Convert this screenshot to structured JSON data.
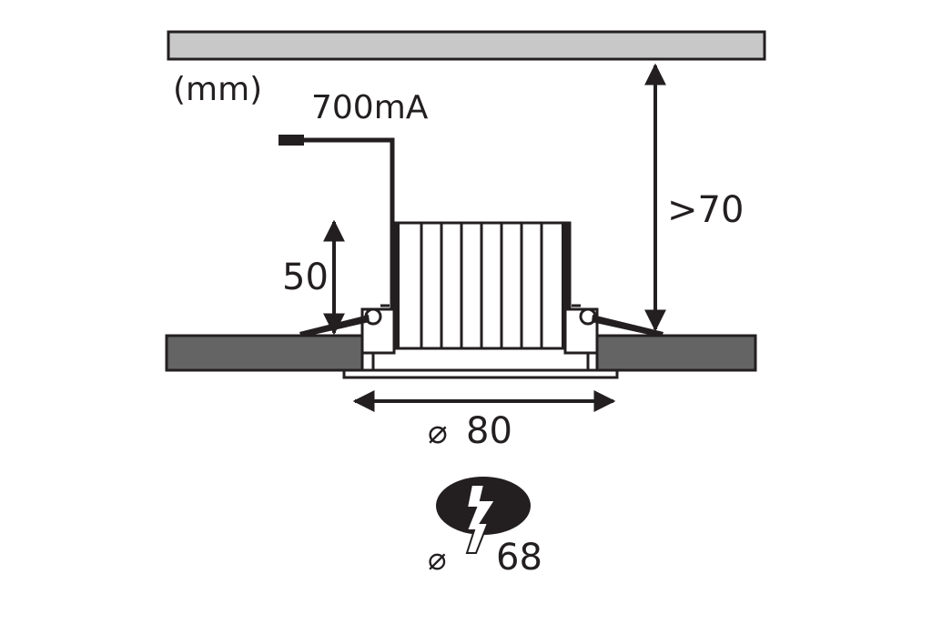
{
  "diagram": {
    "unit_label": "(mm)",
    "current_label": "700mA",
    "ceiling_clearance_label": ">70",
    "fixture_height_label": "50",
    "diameter_symbol": "⌀",
    "outer_diameter_value": "80",
    "cutout_diameter_value": "68"
  },
  "icons": {
    "cutout": "drill-hole-icon",
    "bolt": "lightning-bolt-icon"
  },
  "colors": {
    "stroke": "#231f20",
    "ceiling_fill": "#c8c8c8",
    "board_fill": "#646464",
    "white": "#ffffff"
  }
}
